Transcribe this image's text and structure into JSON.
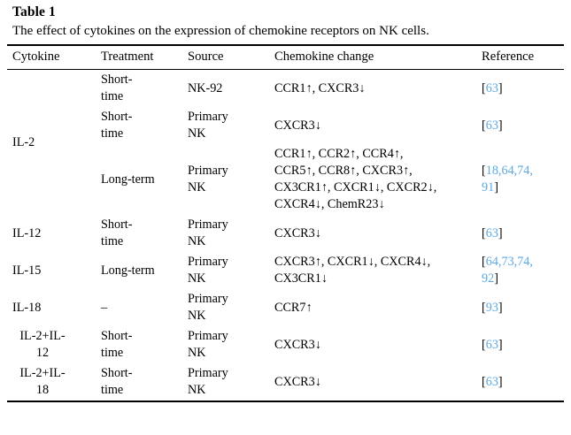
{
  "table": {
    "label": "Table 1",
    "caption": "The effect of cytokines on the expression of chemokine receptors on NK cells.",
    "columns": [
      "Cytokine",
      "Treatment",
      "Source",
      "Chemokine change",
      "Reference"
    ],
    "reference_color": "#5ba9e0",
    "rows": [
      {
        "cytokine": "IL-2",
        "cytokine_rowspan": 3,
        "cytokine_center": false,
        "treatment_lines": [
          "Short-",
          "time"
        ],
        "source_lines": [
          "NK-92"
        ],
        "chemokine_lines": [
          "CCR1↑, CXCR3↓"
        ],
        "reference_lines": [
          {
            "open": "[",
            "nums": "63",
            "close": "]"
          }
        ]
      },
      {
        "cytokine": null,
        "treatment_lines": [
          "Short-",
          "time"
        ],
        "source_lines": [
          "Primary",
          "NK"
        ],
        "chemokine_lines": [
          "CXCR3↓"
        ],
        "reference_lines": [
          {
            "open": "[",
            "nums": "63",
            "close": "]"
          }
        ]
      },
      {
        "cytokine": null,
        "treatment_lines": [
          "Long-term"
        ],
        "source_lines": [
          "Primary",
          "NK"
        ],
        "chemokine_lines": [
          "CCR1↑, CCR2↑, CCR4↑,",
          "CCR5↑, CCR8↑, CXCR3↑,",
          "CX3CR1↑, CXCR1↓, CXCR2↓,",
          "CXCR4↓, ChemR23↓"
        ],
        "reference_lines": [
          {
            "open": "[",
            "nums": "18,64,74,",
            "close": ""
          },
          {
            "open": "",
            "nums": "91",
            "close": "]"
          }
        ]
      },
      {
        "cytokine": "IL-12",
        "cytokine_rowspan": 1,
        "cytokine_center": false,
        "treatment_lines": [
          "Short-",
          "time"
        ],
        "source_lines": [
          "Primary",
          "NK"
        ],
        "chemokine_lines": [
          "CXCR3↓"
        ],
        "reference_lines": [
          {
            "open": "[",
            "nums": "63",
            "close": "]"
          }
        ]
      },
      {
        "cytokine": "IL-15",
        "cytokine_rowspan": 1,
        "cytokine_center": false,
        "treatment_lines": [
          "Long-term"
        ],
        "source_lines": [
          "Primary",
          "NK"
        ],
        "chemokine_lines": [
          "CXCR3↑, CXCR1↓, CXCR4↓,",
          "CX3CR1↓"
        ],
        "reference_lines": [
          {
            "open": "[",
            "nums": "64,73,74,",
            "close": ""
          },
          {
            "open": "",
            "nums": "92",
            "close": "]"
          }
        ]
      },
      {
        "cytokine": "IL-18",
        "cytokine_rowspan": 1,
        "cytokine_center": false,
        "treatment_lines": [
          "–"
        ],
        "source_lines": [
          "Primary",
          "NK"
        ],
        "chemokine_lines": [
          "CCR7↑"
        ],
        "reference_lines": [
          {
            "open": "[",
            "nums": "93",
            "close": "]"
          }
        ]
      },
      {
        "cytokine_lines": [
          "IL-2+IL-",
          "12"
        ],
        "cytokine_rowspan": 1,
        "cytokine_center": true,
        "treatment_lines": [
          "Short-",
          "time"
        ],
        "source_lines": [
          "Primary",
          "NK"
        ],
        "chemokine_lines": [
          "CXCR3↓"
        ],
        "reference_lines": [
          {
            "open": "[",
            "nums": "63",
            "close": "]"
          }
        ]
      },
      {
        "cytokine_lines": [
          "IL-2+IL-",
          "18"
        ],
        "cytokine_rowspan": 1,
        "cytokine_center": true,
        "treatment_lines": [
          "Short-",
          "time"
        ],
        "source_lines": [
          "Primary",
          "NK"
        ],
        "chemokine_lines": [
          "CXCR3↓"
        ],
        "reference_lines": [
          {
            "open": "[",
            "nums": "63",
            "close": "]"
          }
        ]
      }
    ]
  }
}
